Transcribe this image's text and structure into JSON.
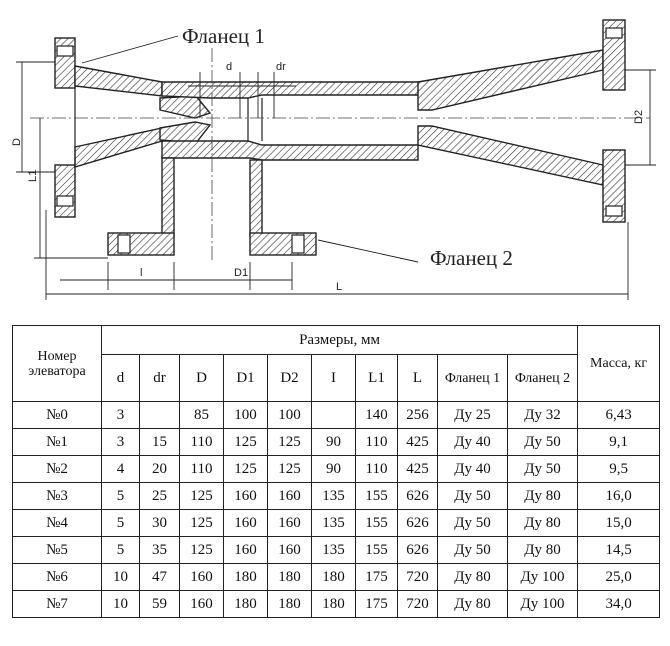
{
  "drawing": {
    "callouts": {
      "flange1": "Фланец 1",
      "flange2": "Фланец 2"
    },
    "dimensions": {
      "d": "d",
      "dr": "dr",
      "D": "D",
      "L1": "L1",
      "D2": "D2",
      "l": "l",
      "D1": "D1",
      "L": "L"
    }
  },
  "table": {
    "headers": {
      "number": "Номер элеватора",
      "sizes": "Размеры, мм",
      "mass": "Масса, кг",
      "columns": [
        "d",
        "dr",
        "D",
        "D1",
        "D2",
        "I",
        "L1",
        "L",
        "Фланец 1",
        "Фланец 2"
      ]
    },
    "rows": [
      [
        "№0",
        "3",
        "",
        "85",
        "100",
        "100",
        "",
        "140",
        "256",
        "Ду 25",
        "Ду 32",
        "6,43"
      ],
      [
        "№1",
        "3",
        "15",
        "110",
        "125",
        "125",
        "90",
        "110",
        "425",
        "Ду 40",
        "Ду 50",
        "9,1"
      ],
      [
        "№2",
        "4",
        "20",
        "110",
        "125",
        "125",
        "90",
        "110",
        "425",
        "Ду 40",
        "Ду 50",
        "9,5"
      ],
      [
        "№3",
        "5",
        "25",
        "125",
        "160",
        "160",
        "135",
        "155",
        "626",
        "Ду 50",
        "Ду 80",
        "16,0"
      ],
      [
        "№4",
        "5",
        "30",
        "125",
        "160",
        "160",
        "135",
        "155",
        "626",
        "Ду 50",
        "Ду 80",
        "15,0"
      ],
      [
        "№5",
        "5",
        "35",
        "125",
        "160",
        "160",
        "135",
        "155",
        "626",
        "Ду 50",
        "Ду 80",
        "14,5"
      ],
      [
        "№6",
        "10",
        "47",
        "160",
        "180",
        "180",
        "180",
        "175",
        "720",
        "Ду 80",
        "Ду 100",
        "25,0"
      ],
      [
        "№7",
        "10",
        "59",
        "160",
        "180",
        "180",
        "180",
        "175",
        "720",
        "Ду 80",
        "Ду 100",
        "34,0"
      ]
    ]
  }
}
